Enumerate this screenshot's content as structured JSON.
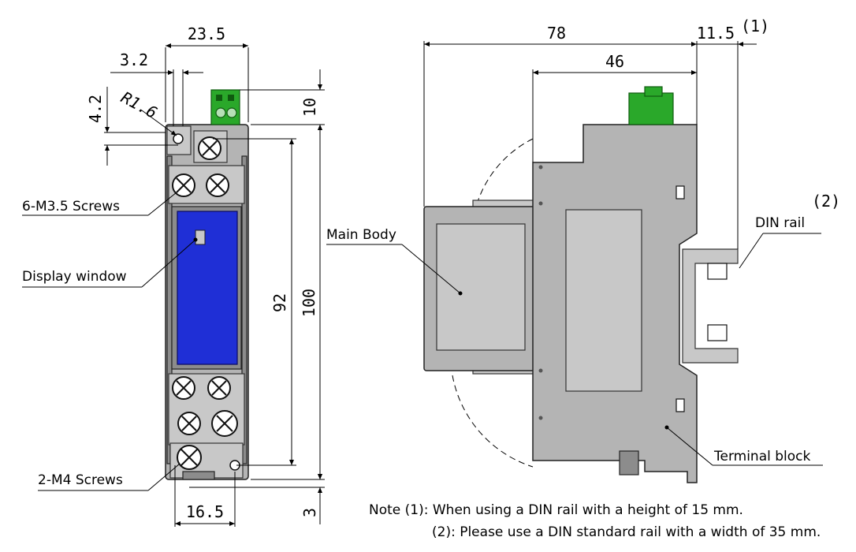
{
  "dimensions": {
    "front_width": "23.5",
    "hole_offset_x": "3.2",
    "hole_offset_y": "4.2",
    "radius": "R1.6",
    "connector_height": "10",
    "pitch_92": "92",
    "height_100": "100",
    "bottom_3": "3",
    "bottom_width": "16.5",
    "depth_78": "78",
    "depth_46": "46",
    "rail_11_5": "11.5",
    "note_ref_1": "(1)",
    "note_ref_2": "(2)"
  },
  "labels": {
    "screws_6": "6-M3.5 Screws",
    "display_window": "Display window",
    "screws_2": "2-M4 Screws",
    "main_body": "Main Body",
    "din_rail": "DIN rail",
    "terminal_block": "Terminal block"
  },
  "notes": {
    "note1": "Note (1): When using a DIN rail with a height of 15 mm.",
    "note2": "(2): Please use a DIN standard rail with a width of 35 mm."
  },
  "colors": {
    "display": "#1f2fd6",
    "connector": "#2aa82a",
    "housing": "#b4b4b4"
  }
}
